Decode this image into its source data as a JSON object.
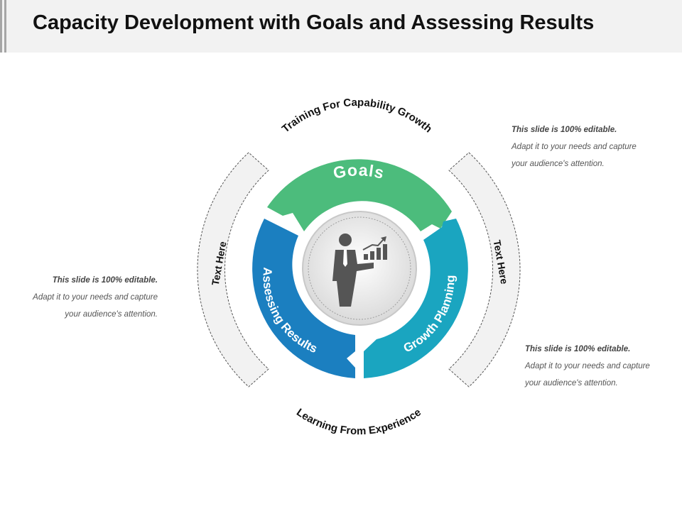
{
  "title": "Capacity Development with Goals and Assessing Results",
  "diagram": {
    "segments": [
      {
        "label": "Goals",
        "color": "#4cbc7c"
      },
      {
        "label": "Growth Planning",
        "color": "#1aa5c0"
      },
      {
        "label": "Assessing Results",
        "color": "#1b7fc0"
      }
    ],
    "outer_labels": {
      "top": "Training For Capability Growth",
      "bottom": "Learning From Experience",
      "left": "Text Here",
      "right": "Text Here"
    },
    "center_icon": "businessman-growth-chart-icon"
  },
  "notes": {
    "top_right": {
      "bold": "This slide is 100% editable.",
      "line1": "Adapt it to your needs and capture",
      "line2": "your audience's attention."
    },
    "left": {
      "bold": "This slide is 100% editable.",
      "line1": "Adapt it to your needs and capture",
      "line2": "your audience's attention."
    },
    "bottom_right": {
      "bold": "This slide is 100% editable.",
      "line1": "Adapt it to your needs and capture",
      "line2": "your audience's attention."
    }
  }
}
